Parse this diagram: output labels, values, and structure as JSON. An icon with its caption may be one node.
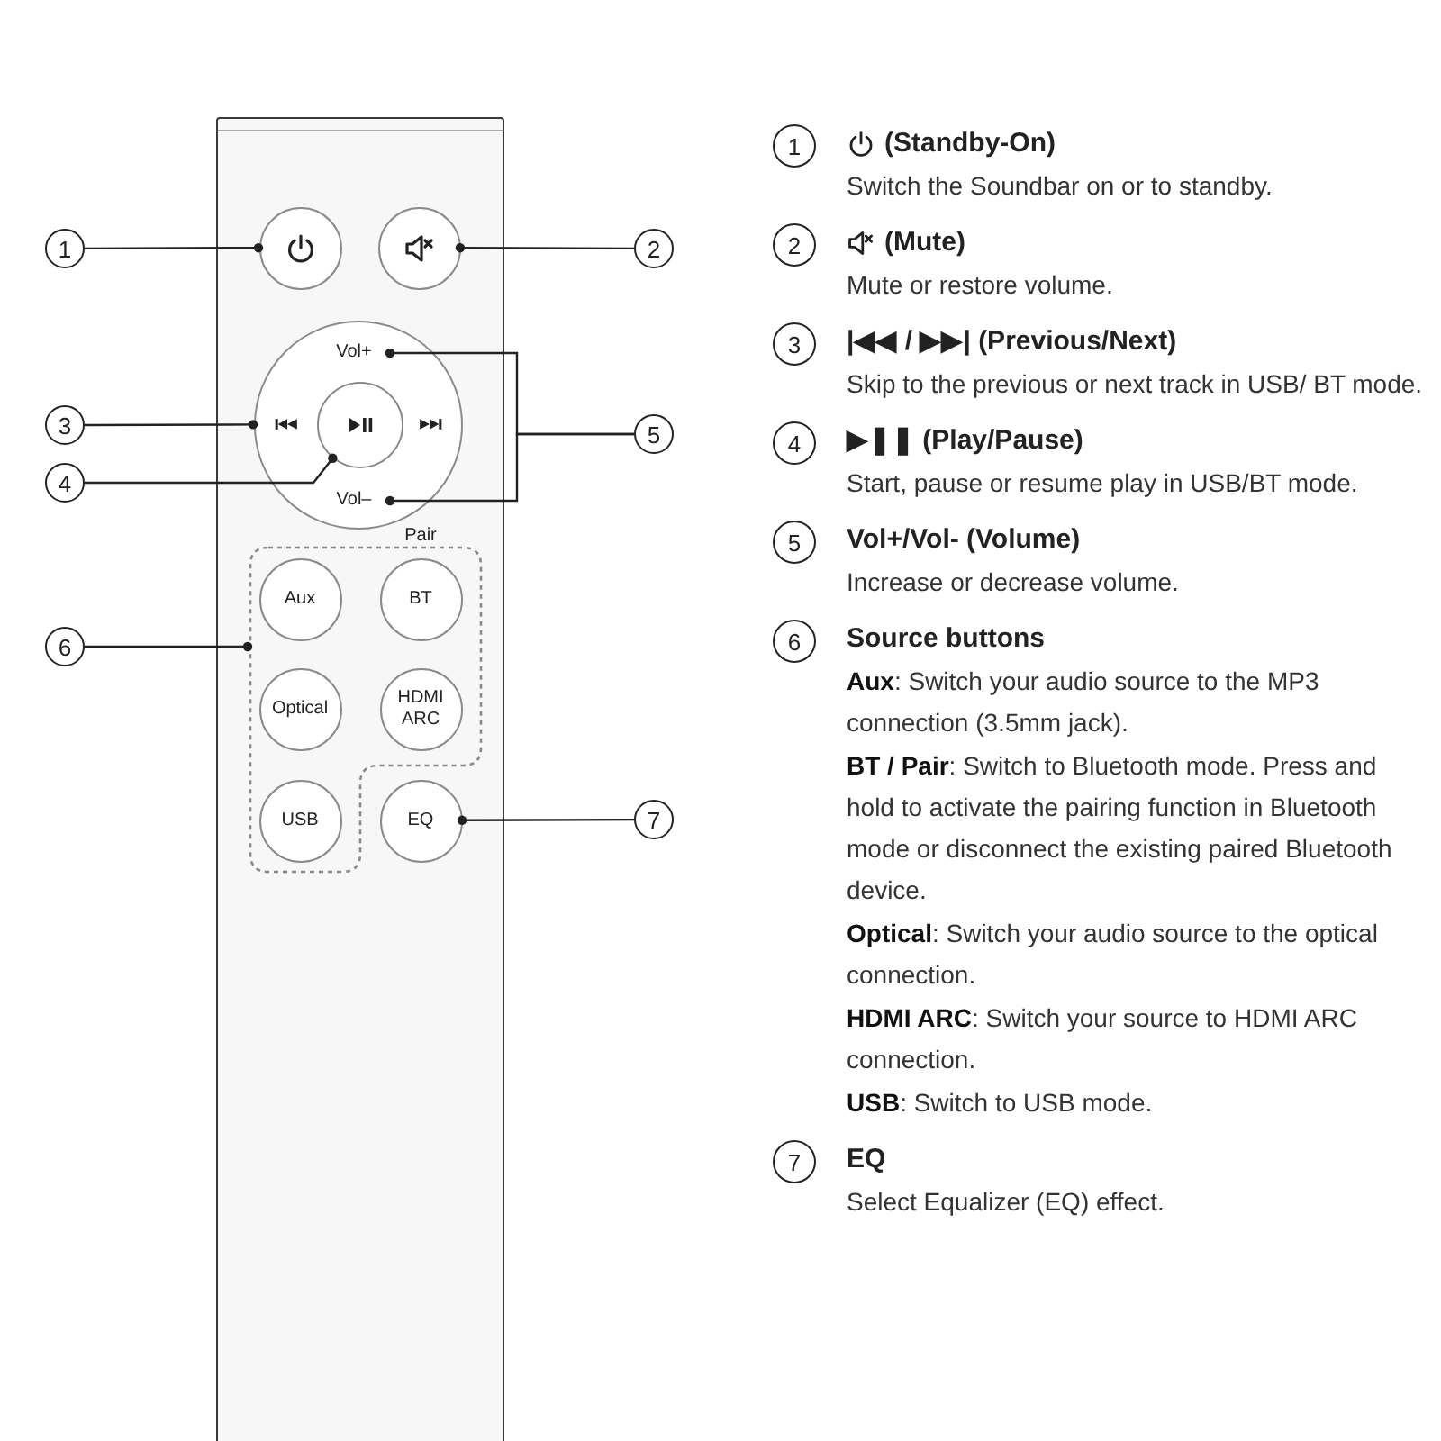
{
  "diagram": {
    "nodes": [
      {
        "text": [],
        "shape": "box"
      },
      {
        "text": [],
        "shape": "circle",
        "in": 0
      },
      {
        "text": [],
        "shape": "circle",
        "in": 0
      },
      {
        "text": [],
        "shape": "circle",
        "in": 0
      },
      {
        "text": [
          "Vol+"
        ],
        "in": 3
      },
      {
        "text": [
          "Vol–"
        ],
        "in": 3
      },
      {
        "text": [],
        "shape": "circle",
        "in": 3
      },
      {
        "text": [],
        "shape": "box",
        "in": 0
      },
      {
        "text": [
          "Aux"
        ],
        "in": 7
      },
      {
        "text": [
          "BT"
        ],
        "in": 7,
        "beside": [
          "Pair"
        ]
      },
      {
        "text": [
          "Optical"
        ],
        "in": 7
      },
      {
        "text": [
          "HDMI ARC"
        ],
        "in": 7
      },
      {
        "text": [
          "USB"
        ],
        "in": 7
      },
      {
        "text": [
          "EQ"
        ],
        "in": 0
      },
      {
        "text": [
          "1"
        ]
      },
      {
        "text": [
          "2"
        ]
      },
      {
        "text": [
          "3"
        ]
      },
      {
        "text": [
          "4"
        ]
      },
      {
        "text": [
          "5"
        ]
      },
      {
        "text": [
          "6"
        ]
      },
      {
        "text": [
          "7"
        ]
      },
      {
        "text": [
          "1"
        ],
        "beside": [
          "(Standby-On)",
          "Switch the Soundbar on or to standby."
        ]
      },
      {
        "text": [
          "2"
        ],
        "beside": [
          "(Mute)",
          "Mute or restore volume."
        ]
      },
      {
        "text": [
          "3"
        ],
        "beside": [
          "|◀◀ / ▶▶| (Previous/Next)",
          "Skip to the previous or next track in USB/ BT mode."
        ]
      },
      {
        "text": [
          "4"
        ],
        "beside": [
          "▶❚❚ (Play/Pause)",
          "Start, pause or resume play in USB/BT mode."
        ]
      },
      {
        "text": [
          "5"
        ],
        "beside": [
          "Vol+/Vol- (Volume)",
          "Increase or decrease volume."
        ]
      },
      {
        "text": [
          "6"
        ],
        "beside": [
          "Source buttons",
          "**Aux**: Switch your audio source to the MP3 connection (3.5mm jack).",
          "**BT / Pair**: Switch to Bluetooth mode. Press and hold to activate the pairing function in Bluetooth mode or disconnect the existing paired Bluetooth device.",
          "**Optical**: Switch your audio source to the optical connection.",
          "**HDMI ARC**: Switch your source to HDMI ARC connection.",
          "**USB**: Switch to USB mode."
        ]
      },
      {
        "text": [
          "7"
        ],
        "beside": [
          "EQ",
          "Select Equalizer (EQ) effect."
        ]
      }
    ],
    "edges": [
      {
        "from": 14,
        "to": 1,
        "arrow": "other"
      },
      {
        "from": 15,
        "to": 2,
        "arrow": "other"
      },
      {
        "from": 16,
        "to": 3,
        "arrow": "other"
      },
      {
        "from": 17,
        "to": 6,
        "arrow": "other"
      },
      {
        "from": 18,
        "to": 4,
        "arrow": "other"
      },
      {
        "from": 18,
        "to": 5,
        "arrow": "other"
      },
      {
        "from": 19,
        "to": 7,
        "arrow": "other"
      },
      {
        "from": 20,
        "to": 13,
        "arrow": "other"
      }
    ]
  }
}
